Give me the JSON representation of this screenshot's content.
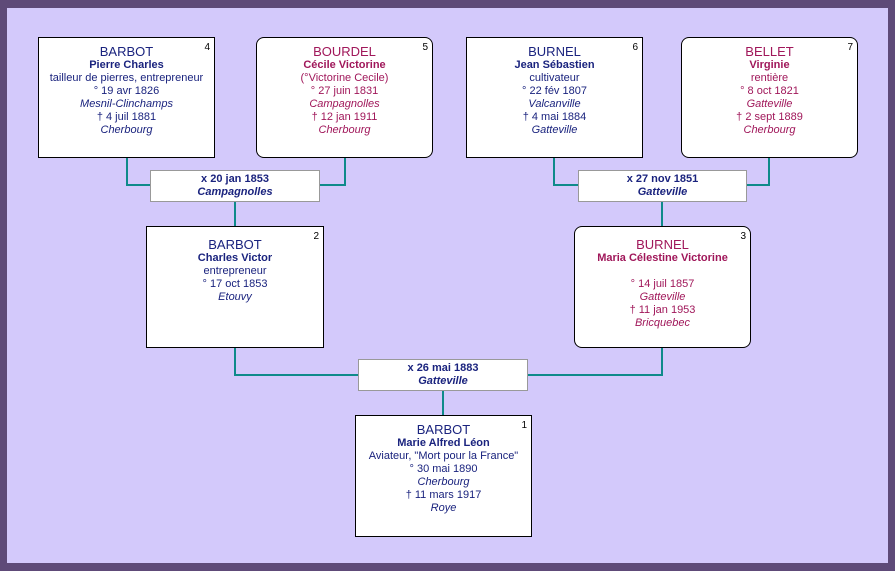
{
  "colors": {
    "background": "#d3c9fb",
    "border": "#5e4a78",
    "connector": "#0e8a8a",
    "male_text": "#1a237e",
    "female_text": "#a0175a"
  },
  "persons": {
    "p1": {
      "num": "1",
      "surname": "BARBOT",
      "given": "Marie Alfred Léon",
      "occupation": "Aviateur, \"Mort pour la France\"",
      "birth": "° 30 mai 1890",
      "birth_place": "Cherbourg",
      "death": "† 11 mars 1917",
      "death_place": "Roye"
    },
    "p2": {
      "num": "2",
      "surname": "BARBOT",
      "given": "Charles Victor",
      "occupation": "entrepreneur",
      "birth": "° 17 oct 1853",
      "birth_place": "Etouvy"
    },
    "p3": {
      "num": "3",
      "surname": "BURNEL",
      "given": "Maria Célestine Victorine",
      "birth": "° 14 juil 1857",
      "birth_place": "Gatteville",
      "death": "† 11 jan 1953",
      "death_place": "Bricquebec"
    },
    "p4": {
      "num": "4",
      "surname": "BARBOT",
      "given": "Pierre Charles",
      "occupation": "tailleur de pierres, entrepreneur",
      "birth": "° 19 avr 1826",
      "birth_place": "Mesnil-Clinchamps",
      "death": "† 4 juil 1881",
      "death_place": "Cherbourg"
    },
    "p5": {
      "num": "5",
      "surname": "BOURDEL",
      "given": "Cécile Victorine",
      "alias": "(°Victorine Cecile)",
      "birth": "° 27 juin 1831",
      "birth_place": "Campagnolles",
      "death": "† 12 jan 1911",
      "death_place": "Cherbourg"
    },
    "p6": {
      "num": "6",
      "surname": "BURNEL",
      "given": "Jean Sébastien",
      "occupation": "cultivateur",
      "birth": "° 22 fév 1807",
      "birth_place": "Valcanville",
      "death": "† 4 mai 1884",
      "death_place": "Gatteville"
    },
    "p7": {
      "num": "7",
      "surname": "BELLET",
      "given": "Virginie",
      "occupation": "rentière",
      "birth": "° 8 oct 1821",
      "birth_place": "Gatteville",
      "death": "† 2 sept 1889",
      "death_place": "Cherbourg"
    }
  },
  "marriages": {
    "m45": {
      "date": "x 20 jan 1853",
      "place": "Campagnolles"
    },
    "m67": {
      "date": "x 27 nov 1851",
      "place": "Gatteville"
    },
    "m23": {
      "date": "x 26 mai 1883",
      "place": "Gatteville"
    }
  }
}
